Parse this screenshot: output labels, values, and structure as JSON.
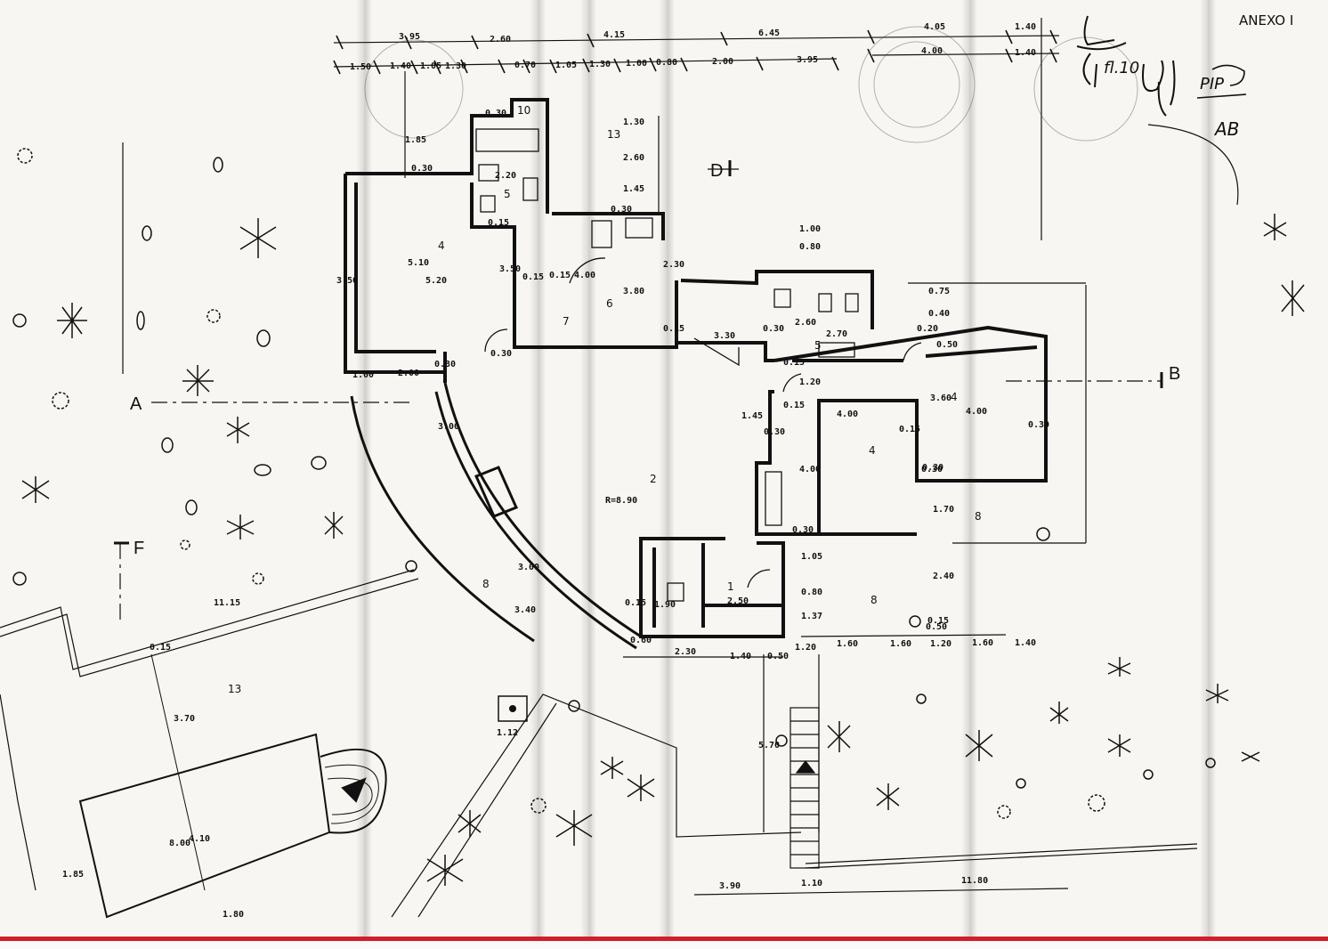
{
  "header": {
    "annex_label": "ANEXO I",
    "initials_1": "PIP",
    "initials_2": "AB",
    "sheet_ref": "fl.10"
  },
  "section_markers": {
    "A": "A",
    "B": "B",
    "D": "D",
    "F": "F"
  },
  "rooms": {
    "r10": "10",
    "r13_top": "13",
    "r4_left": "4",
    "r5_top": "5",
    "r6": "6",
    "r7": "7",
    "r5_mid": "5",
    "r4_right_a": "4",
    "r4_right_b": "4",
    "r2": "2",
    "r8_left": "8",
    "r8_right_a": "8",
    "r8_right_b": "8",
    "r1": "1",
    "r13_bottom": "13"
  },
  "dimensions": {
    "top_row_1": [
      "3.95",
      "2.60",
      "4.15",
      "6.45",
      "4.05",
      "1.40"
    ],
    "top_row_2": [
      "4.00",
      "1.40"
    ],
    "top_row_3": [
      "1.50",
      "1.40",
      "1.05",
      "1.30",
      "0.70",
      "1.05",
      "1.30",
      "1.00",
      "0.80",
      "2.00",
      "3.95"
    ],
    "left_block": [
      "1.85",
      "0.30",
      "5.10",
      "5.20",
      "3.50",
      "0.30",
      "1.00",
      "2.00"
    ],
    "service": [
      "0.30",
      "2.20",
      "0.15",
      "3.50",
      "0.15",
      "0.15",
      "4.00",
      "3.80",
      "0.30",
      "1.30",
      "2.60",
      "1.45",
      "0.30",
      "0.80",
      "1.00",
      "2.30",
      "0.15"
    ],
    "center": [
      "3.30",
      "0.30",
      "2.60",
      "2.70",
      "0.15",
      "1.20",
      "1.45",
      "0.15",
      "4.00",
      "0.30",
      "4.00",
      "0.15",
      "0.30",
      "0.30",
      "1.05",
      "0.80",
      "1.37",
      "0.15"
    ],
    "right": [
      "0.75",
      "0.40",
      "0.20",
      "0.50",
      "3.60",
      "4.00",
      "0.30",
      "0.30",
      "1.70",
      "2.40",
      "0.50"
    ],
    "arc": [
      "3.00",
      "R=8.90",
      "3.00",
      "3.40"
    ],
    "lower_row": [
      "0.60",
      "2.30",
      "1.40",
      "0.50",
      "1.20",
      "1.60",
      "1.60",
      "1.20",
      "1.60",
      "1.40",
      "1.90",
      "2.50",
      "0.15"
    ],
    "lower_left": [
      "11.15",
      "0.15",
      "3.70",
      "8.00",
      "4.10",
      "1.85",
      "1.80",
      "1.12"
    ],
    "bottom_row": [
      "3.90",
      "1.10",
      "11.80"
    ],
    "stair": "5.70"
  }
}
